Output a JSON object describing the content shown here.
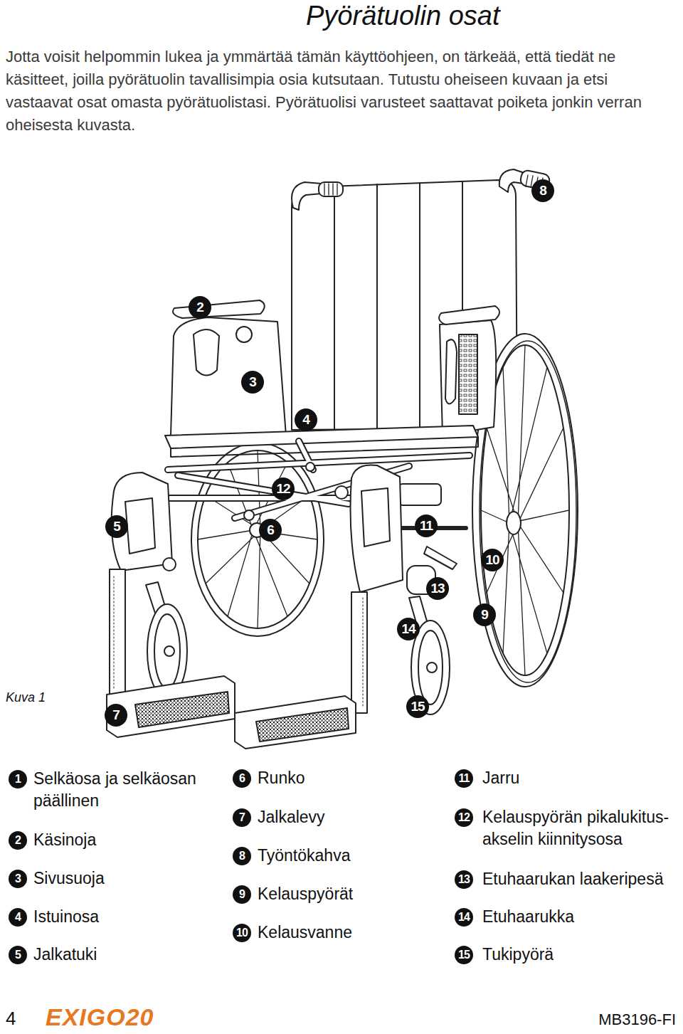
{
  "diagram": {
    "title": "Pyörätuolin osat",
    "labels": [
      "Jotta voisit helpommin lukea ja ymmärtää tämän käyttöohjeen, on tärkeää, että tiedät ne käsitteet, joilla pyörätuolin tavallisimpia osia kutsutaan. Tutustu oheiseen kuvaan ja etsi vastaavat osat omasta pyörätuolistasi. Pyörätuolisi varusteet saattavat poiketa jonkin verran oheisesta kuvasta.",
      "8",
      "2",
      "3",
      "4",
      "12",
      "5",
      "6",
      "11",
      "10",
      "13",
      "9",
      "14",
      "7",
      "15",
      "Kuva 1",
      "1",
      "Selkäosa ja selkäosan päällinen",
      "2",
      "Käsinoja",
      "3",
      "Sivusuoja",
      "4",
      "Istuinosa",
      "5",
      "Jalkatuki",
      "6",
      "Runko",
      "7",
      "Jalkalevy",
      "8",
      "Työntökahva",
      "9",
      "Kelauspyörät",
      "10",
      "Kelausvanne",
      "11",
      "Jarru",
      "12",
      "Kelauspyörän pikalukitus- akselin kiinnitysosa",
      "13",
      "Etuhaarukan laakeripesä",
      "14",
      "Etuhaarukka",
      "15",
      "Tukipyörä",
      "4",
      "EXIGO20",
      "MB3196-FI"
    ]
  }
}
